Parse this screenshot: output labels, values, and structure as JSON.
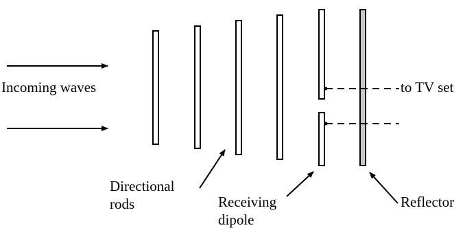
{
  "labels": {
    "incoming_waves": "Incoming waves",
    "to_tv_set": "to TV set",
    "directional_line1": "Directional",
    "directional_line2": "rods",
    "receiving_line1": "Receiving",
    "receiving_line2": "dipole",
    "reflector": "Reflector"
  },
  "colors": {
    "stroke": "#000000",
    "reflector_fill": "#c8c8c8",
    "rod_fill": "#ffffff"
  },
  "icons": {
    "incoming_arrows": "right-arrow",
    "pointers": "arrow"
  }
}
